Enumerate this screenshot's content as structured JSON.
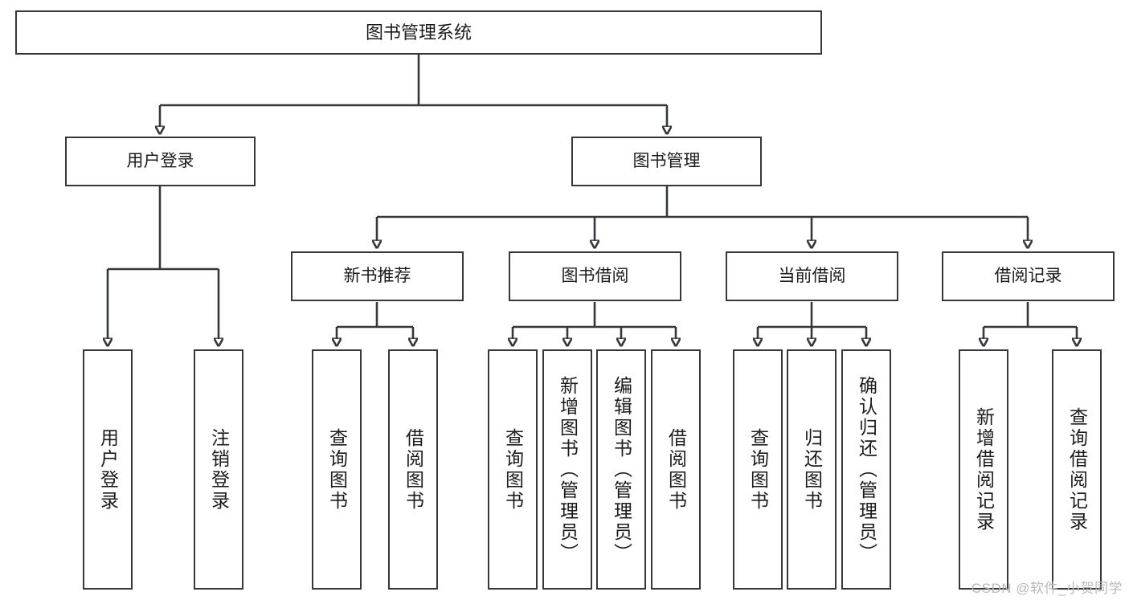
{
  "diagram": {
    "title": "图书管理系统",
    "type": "tree",
    "root": {
      "label": "图书管理系统"
    },
    "level1": [
      {
        "label": "用户登录"
      },
      {
        "label": "图书管理"
      }
    ],
    "level2": [
      {
        "label": "新书推荐"
      },
      {
        "label": "图书借阅"
      },
      {
        "label": "当前借阅"
      },
      {
        "label": "借阅记录"
      }
    ],
    "leaves": {
      "user_login": [
        {
          "label": "用户登录"
        },
        {
          "label": "注销登录"
        }
      ],
      "new_book_recommend": [
        {
          "label": "查询图书"
        },
        {
          "label": "借阅图书"
        }
      ],
      "book_borrow": [
        {
          "label": "查询图书"
        },
        {
          "label": "新增图书（管理员）"
        },
        {
          "label": "编辑图书（管理员）"
        },
        {
          "label": "借阅图书"
        }
      ],
      "current_borrow": [
        {
          "label": "查询图书"
        },
        {
          "label": "归还图书"
        },
        {
          "label": "确认归还（管理员）"
        }
      ],
      "borrow_record": [
        {
          "label": "新增借阅记录"
        },
        {
          "label": "查询借阅记录"
        }
      ]
    },
    "watermark": "CSDN @软件_小贺同学",
    "colors": {
      "line": "#35373a",
      "box_fill": "#ffffff",
      "text": "#1b1b1b",
      "watermark": "#b9b9b9"
    }
  }
}
